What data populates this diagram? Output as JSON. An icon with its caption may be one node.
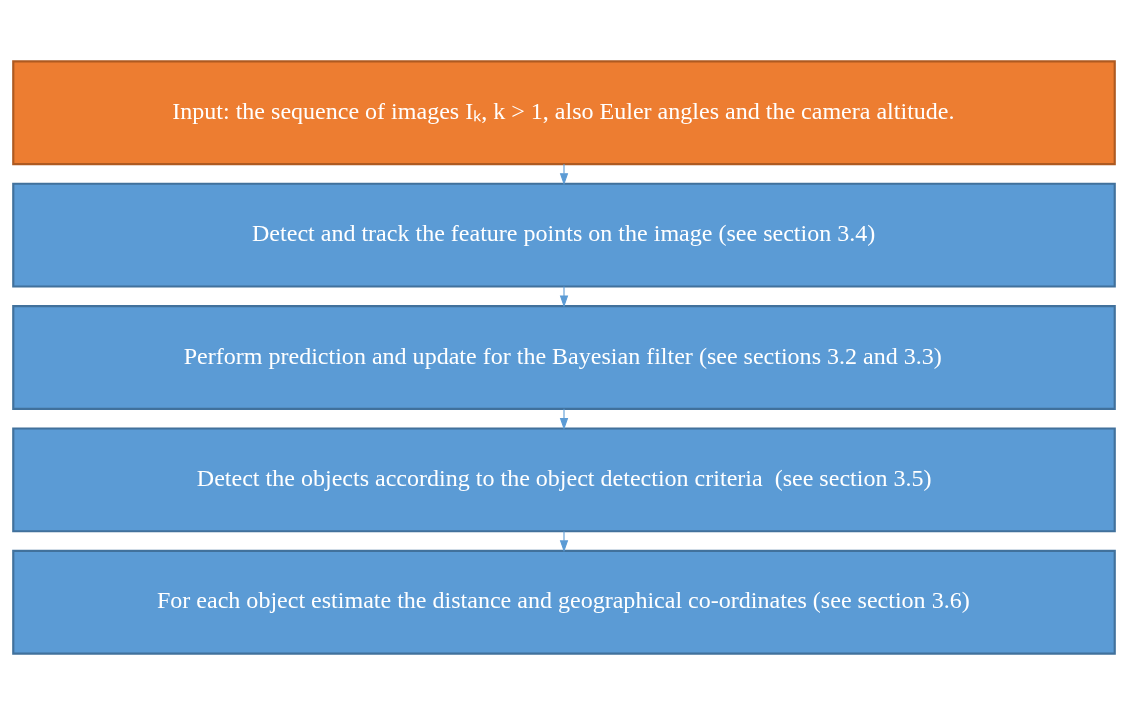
{
  "diagram": {
    "nodes": [
      {
        "text": [
          "Input: the sequence of images Iₖ, k > 1, also Euler angles and the camera altitude."
        ]
      },
      {
        "text": [
          "Detect and track the feature points on the image (see section 3.4)"
        ]
      },
      {
        "text": [
          "Perform prediction and update for the Bayesian filter (see sections 3.2 and 3.3)"
        ]
      },
      {
        "text": [
          "Detect the objects according to the object detection criteria  (see section 3.5)"
        ]
      },
      {
        "text": [
          "For each object estimate the distance and geographical co-ordinates (see section 3.6)"
        ]
      }
    ],
    "edges": [
      {
        "from": 0,
        "to": 1,
        "arrow": "to"
      },
      {
        "from": 1,
        "to": 2,
        "arrow": "to"
      },
      {
        "from": 2,
        "to": 3,
        "arrow": "to"
      },
      {
        "from": 3,
        "to": 4,
        "arrow": "to"
      }
    ]
  }
}
